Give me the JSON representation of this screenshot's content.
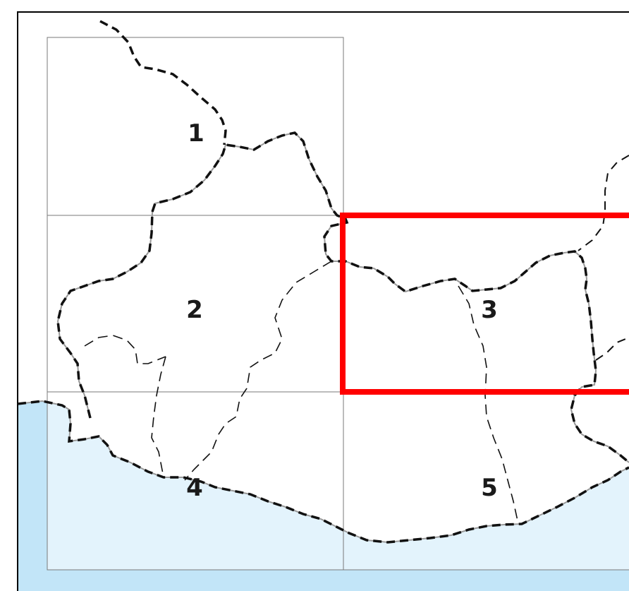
{
  "map": {
    "tiles": [
      {
        "label": "1"
      },
      {
        "label": "2"
      },
      {
        "label": "3"
      },
      {
        "label": "4"
      },
      {
        "label": "5"
      }
    ],
    "highlighted_tile": "3",
    "colors": {
      "water": "#c2e5f8",
      "water_inside_grid": "#e3f3fc",
      "land": "#ffffff",
      "grid_line": "#7a7a7a",
      "boundary_gray": "#999999",
      "boundary_dash": "#111111",
      "highlight": "#ff0000",
      "frame": "#000000"
    }
  }
}
